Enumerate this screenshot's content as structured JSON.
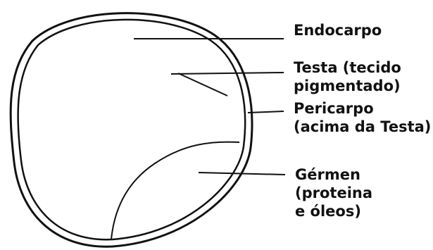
{
  "diagram": {
    "colors": {
      "ink": "#111111",
      "background": "#ffffff"
    },
    "labels": {
      "endocarpo": "Endocarpo",
      "testa_line1": "Testa (tecido",
      "testa_line2": "pigmentado)",
      "pericarpo_line1": "Pericarpo",
      "pericarpo_line2": "(acima da Testa)",
      "germen_line1": "Gérmen",
      "germen_line2": "(proteina",
      "germen_line3": "e óleos)"
    }
  }
}
